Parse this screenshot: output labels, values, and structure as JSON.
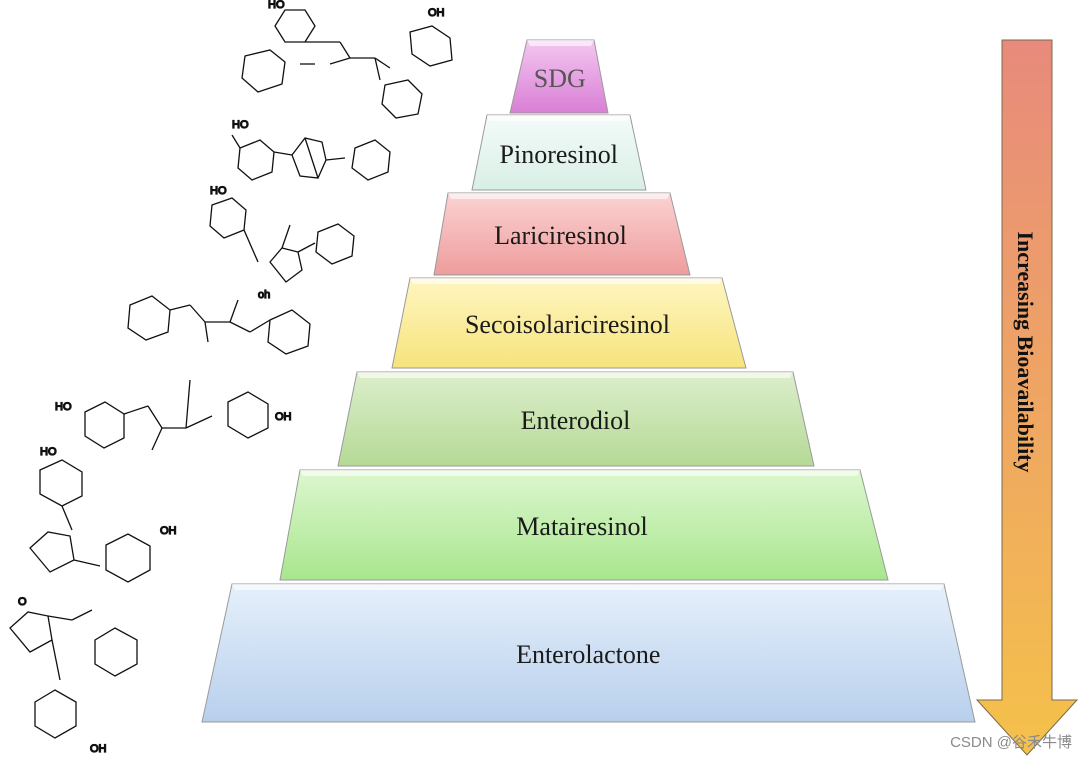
{
  "pyramid": {
    "tiers": [
      {
        "label": "SDG",
        "color_top": "#f4c7f1",
        "color_bottom": "#d97fd5"
      },
      {
        "label": "Pinoresinol",
        "color_top": "#f4fbf8",
        "color_bottom": "#d8efe6"
      },
      {
        "label": "Lariciresinol",
        "color_top": "#fbd3d3",
        "color_bottom": "#ee9c9c"
      },
      {
        "label": "Secoisolariciresinol",
        "color_top": "#fff6c2",
        "color_bottom": "#f6e37c"
      },
      {
        "label": "Enterodiol",
        "color_top": "#dceecb",
        "color_bottom": "#b5d996"
      },
      {
        "label": "Matairesinol",
        "color_top": "#dcf7cf",
        "color_bottom": "#a9e68e"
      },
      {
        "label": "Enterolactone",
        "color_top": "#e6f0fb",
        "color_bottom": "#b8cfec"
      }
    ]
  },
  "arrow": {
    "label": "Increasing Bioavailability",
    "color_top": "#e88a7c",
    "color_bottom": "#f5c14a"
  },
  "structures": {
    "labels": {
      "oh": "OH",
      "ho": "HO",
      "oh_lower": "oh",
      "ho_lower": "ho",
      "o": "O"
    }
  },
  "watermark": "CSDN @谷禾牛博"
}
